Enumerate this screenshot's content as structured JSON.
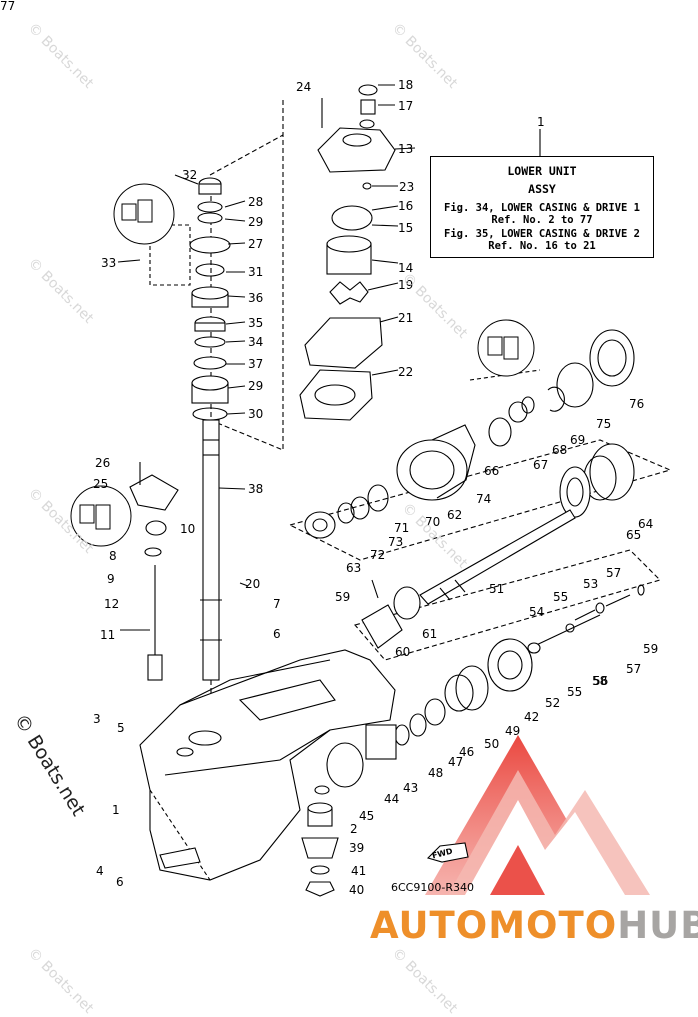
{
  "title_box": {
    "callout": "1",
    "lines": [
      "LOWER UNIT",
      "ASSY",
      "Fig. 34, LOWER CASING & DRIVE 1",
      "Ref. No. 2 to 77",
      "Fig. 35, LOWER CASING & DRIVE 2",
      "Ref. No. 16 to 21"
    ]
  },
  "figure_code": "6CC9100-R340",
  "fwd_label": "FWD",
  "copyright": "© Boats.net",
  "watermark_text": "© Boats.net",
  "brand": {
    "part1": "AUTOMOTO",
    "part2": "HUB",
    "color1": "#ee8f2a",
    "color2": "#a7a5a3"
  },
  "callouts": [
    "1",
    "2",
    "3",
    "4",
    "5",
    "6",
    "6",
    "7",
    "8",
    "9",
    "10",
    "11",
    "12",
    "13",
    "14",
    "15",
    "16",
    "17",
    "18",
    "19",
    "20",
    "21",
    "22",
    "23",
    "24",
    "25",
    "26",
    "27",
    "28",
    "29",
    "29",
    "30",
    "31",
    "32",
    "33",
    "34",
    "35",
    "36",
    "37",
    "38",
    "39",
    "40",
    "41",
    "42",
    "43",
    "44",
    "45",
    "46",
    "47",
    "48",
    "49",
    "50",
    "51",
    "52",
    "53",
    "54",
    "55",
    "55",
    "56",
    "57",
    "57",
    "58",
    "59",
    "59",
    "60",
    "61",
    "62",
    "63",
    "64",
    "65",
    "66",
    "67",
    "68",
    "69",
    "70",
    "71",
    "72",
    "73",
    "74",
    "75",
    "76",
    "77"
  ],
  "colors": {
    "line": "#000000",
    "brand_orange": "#ee8f2a",
    "logo_red": "#e8332a",
    "logo_pink": "#f5b8b2"
  }
}
